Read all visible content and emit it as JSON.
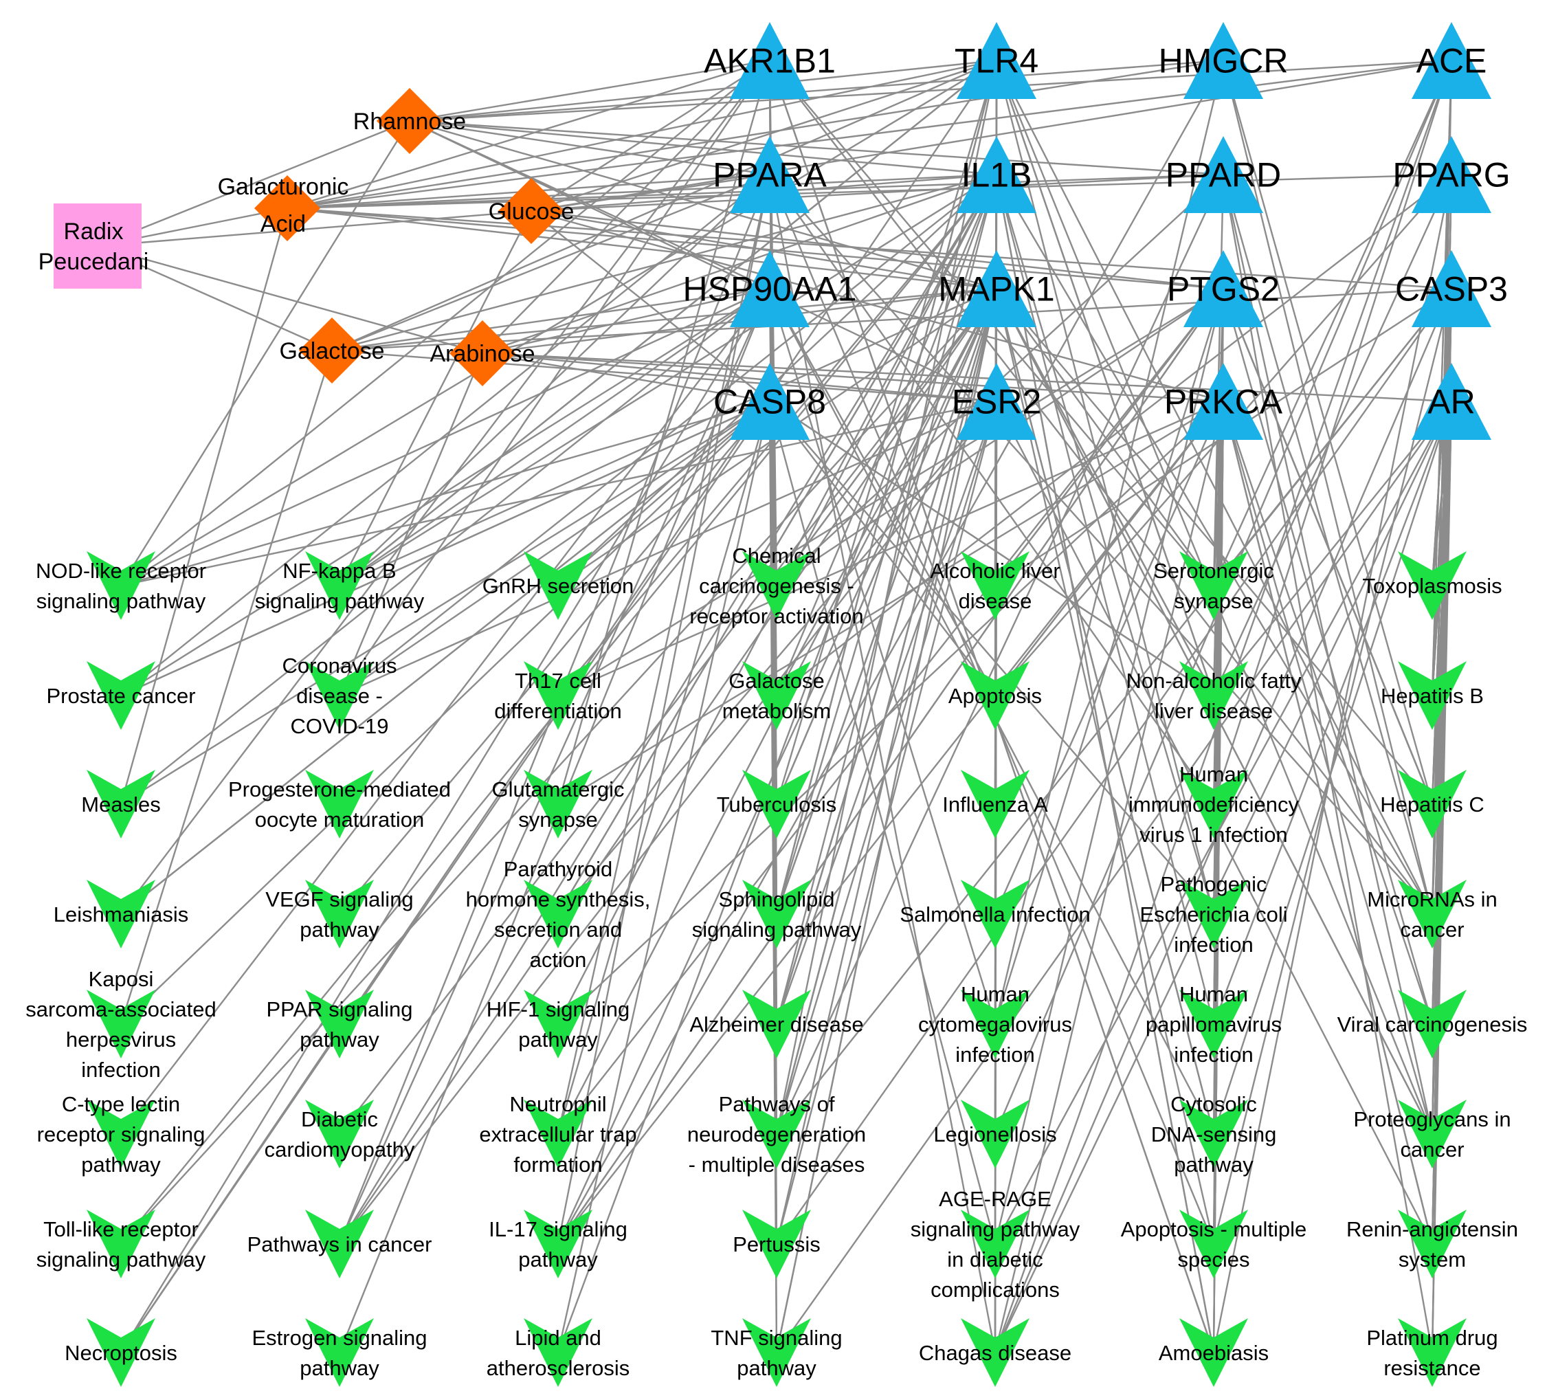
{
  "colors": {
    "herb": "#ff9ee6",
    "compound": "#ff6a00",
    "target": "#1ab0e8",
    "pathway": "#1de045",
    "edge": "#8c8c8c"
  },
  "herb": {
    "label_lines": [
      "Radix",
      "Peucedani"
    ]
  },
  "compounds": [
    {
      "id": "rhamnose",
      "label_lines": [
        "Rhamnose"
      ]
    },
    {
      "id": "galacturonic",
      "label_lines": [
        "Galacturonic",
        "Acid"
      ]
    },
    {
      "id": "glucose",
      "label_lines": [
        "Glucose"
      ]
    },
    {
      "id": "galactose",
      "label_lines": [
        "Galactose"
      ]
    },
    {
      "id": "arabinose",
      "label_lines": [
        "Arabinose"
      ]
    }
  ],
  "targets": [
    "AKR1B1",
    "TLR4",
    "HMGCR",
    "ACE",
    "PPARA",
    "IL1B",
    "PPARD",
    "PPARG",
    "HSP90AA1",
    "MAPK1",
    "PTGS2",
    "CASP3",
    "CASP8",
    "ESR2",
    "PRKCA",
    "AR"
  ],
  "pathway_columns": [
    [
      [
        "NOD-like receptor",
        "signaling pathway"
      ],
      [
        "Prostate cancer"
      ],
      [
        "Measles"
      ],
      [
        "Leishmaniasis"
      ],
      [
        "Kaposi",
        "sarcoma-associated",
        "herpesvirus",
        "infection"
      ],
      [
        "C-type lectin",
        "receptor signaling",
        "pathway"
      ],
      [
        "Toll-like receptor",
        "signaling pathway"
      ],
      [
        "Necroptosis"
      ]
    ],
    [
      [
        "NF-kappa B",
        "signaling pathway"
      ],
      [
        "Coronavirus",
        "disease -",
        "COVID-19"
      ],
      [
        "Progesterone-mediated",
        "oocyte maturation"
      ],
      [
        "VEGF signaling",
        "pathway"
      ],
      [
        "PPAR signaling",
        "pathway"
      ],
      [
        "Diabetic",
        "cardiomyopathy"
      ],
      [
        "Pathways in cancer"
      ],
      [
        "Estrogen signaling",
        "pathway"
      ]
    ],
    [
      [
        "GnRH secretion"
      ],
      [
        "Th17 cell",
        "differentiation"
      ],
      [
        "Glutamatergic",
        "synapse"
      ],
      [
        "Parathyroid",
        "hormone synthesis,",
        "secretion and",
        "action"
      ],
      [
        "HIF-1 signaling",
        "pathway"
      ],
      [
        "Neutrophil",
        "extracellular trap",
        "formation"
      ],
      [
        "IL-17 signaling",
        "pathway"
      ],
      [
        "Lipid and",
        "atherosclerosis"
      ]
    ],
    [
      [
        "Chemical",
        "carcinogenesis -",
        "receptor activation"
      ],
      [
        "Galactose",
        "metabolism"
      ],
      [
        "Tuberculosis"
      ],
      [
        "Sphingolipid",
        "signaling pathway"
      ],
      [
        "Alzheimer disease"
      ],
      [
        "Pathways of",
        "neurodegeneration",
        "- multiple diseases"
      ],
      [
        "Pertussis"
      ],
      [
        "TNF signaling",
        "pathway"
      ]
    ],
    [
      [
        "Alcoholic liver",
        "disease"
      ],
      [
        "Apoptosis"
      ],
      [
        "Influenza A"
      ],
      [
        "Salmonella infection"
      ],
      [
        "Human",
        "cytomegalovirus",
        "infection"
      ],
      [
        "Legionellosis"
      ],
      [
        "AGE-RAGE",
        "signaling pathway",
        "in diabetic",
        "complications"
      ],
      [
        "Chagas disease"
      ]
    ],
    [
      [
        "Serotonergic",
        "synapse"
      ],
      [
        "Non-alcoholic fatty",
        "liver disease"
      ],
      [
        "Human",
        "immunodeficiency",
        "virus 1 infection"
      ],
      [
        "Pathogenic",
        "Escherichia coli",
        "infection"
      ],
      [
        "Human",
        "papillomavirus",
        "infection"
      ],
      [
        "Cytosolic",
        "DNA-sensing",
        "pathway"
      ],
      [
        "Apoptosis - multiple",
        "species"
      ],
      [
        "Amoebiasis"
      ]
    ],
    [
      [
        "Toxoplasmosis"
      ],
      [
        "Hepatitis B"
      ],
      [
        "Hepatitis C"
      ],
      [
        "MicroRNAs in",
        "cancer"
      ],
      [
        "Viral carcinogenesis"
      ],
      [
        "Proteoglycans in",
        "cancer"
      ],
      [
        "Renin-angiotensin",
        "system"
      ],
      [
        "Platinum drug",
        "resistance"
      ]
    ]
  ]
}
